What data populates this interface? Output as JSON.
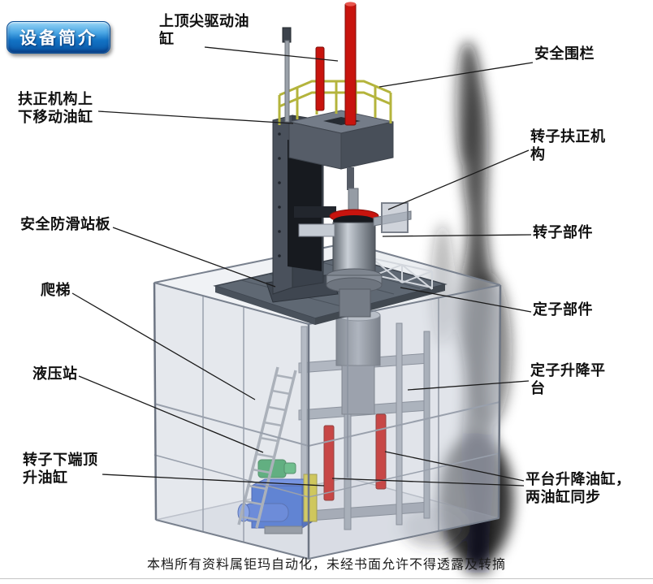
{
  "badge": {
    "label": "设备简介"
  },
  "labels": {
    "top_drive_cylinder": "上顶尖驱动油缸",
    "safety_fence": "安全围栏",
    "centering_lift_cylinder": "扶正机构上下移动油缸",
    "rotor_centering_mechanism": "转子扶正机构",
    "anti_slip_platform": "安全防滑站板",
    "rotor_parts": "转子部件",
    "ladder": "爬梯",
    "stator_parts": "定子部件",
    "hydraulic_station": "液压站",
    "stator_lift_platform": "定子升降平台",
    "rotor_bottom_jack_cylinder": "转子下端顶升油缸",
    "platform_lift_cylinders": "平台升降油缸，两油缸同步"
  },
  "footer": {
    "text": "本档所有资料属钜玛自动化，未经书面允许不得透露及转摘"
  },
  "colors": {
    "cylinder_red": "#c8140e",
    "railing_yellow": "#b4b43c",
    "tank_blue": "#2d5ecf",
    "motor_green": "#2f9e55",
    "panel_yellow": "#d4c62e",
    "badge_blue": "#1272c4",
    "label_color": "#111111"
  }
}
